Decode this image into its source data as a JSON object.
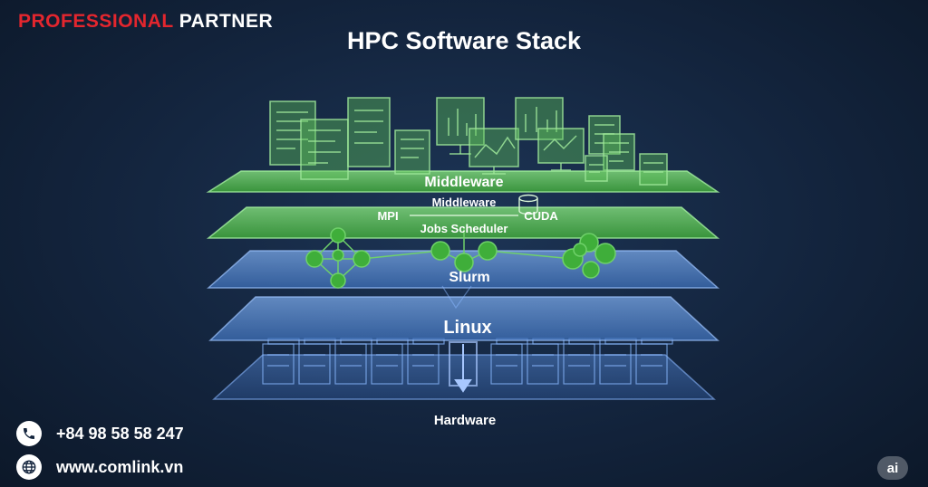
{
  "brand": {
    "part1": "PROFESSIONAL",
    "part2": "PARTNER"
  },
  "title": "HPC Software Stack",
  "layers": {
    "middleware_top": "Middleware",
    "middleware": "Middleware",
    "mpi": "MPI",
    "cuda": "CUDA",
    "jobs_scheduler": "Jobs Scheduler",
    "slurm": "Slurm",
    "linux": "Linux",
    "hardware": "Hardware"
  },
  "contact": {
    "phone": "+84 98 58 58 247",
    "website": "www.comlink.vn"
  },
  "badge": "ai",
  "colors": {
    "brand_red": "#e3262e",
    "layer_green": "#6fcf6a",
    "layer_blue": "#6f9fe0",
    "node_green": "#4fbf4a"
  },
  "icons": [
    "phone-icon",
    "globe-icon",
    "monitor-icon",
    "server-icon",
    "database-icon",
    "arrow-down-icon"
  ]
}
